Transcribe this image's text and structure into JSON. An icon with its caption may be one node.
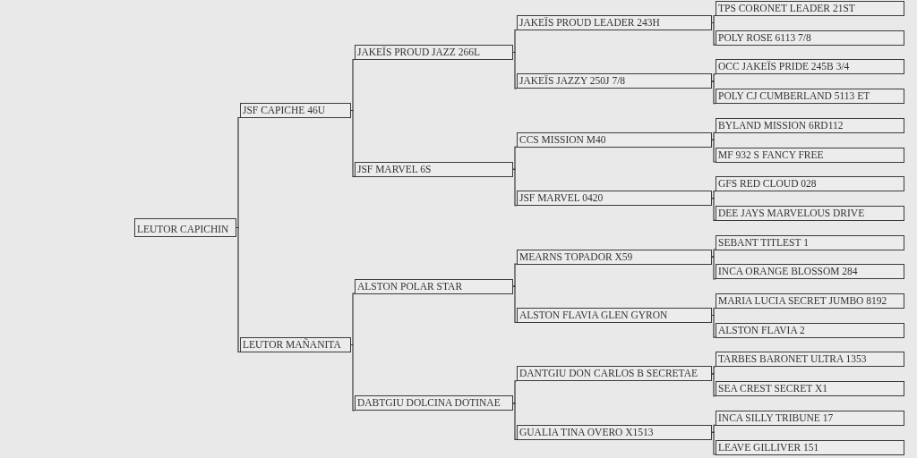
{
  "diagram": {
    "nodes": [
      {
        "text": [
          "LEUTOR CAPICHIN"
        ]
      },
      {
        "text": [
          "JSF CAPICHE 46U"
        ]
      },
      {
        "text": [
          "LEUTOR MAÑANITA"
        ]
      },
      {
        "text": [
          "JAKEÏS PROUD JAZZ 266L"
        ]
      },
      {
        "text": [
          "JSF MARVEL 6S"
        ]
      },
      {
        "text": [
          "ALSTON POLAR STAR"
        ]
      },
      {
        "text": [
          "DABTGIU DOLCINA DOTINAE"
        ]
      },
      {
        "text": [
          "JAKEÏS PROUD LEADER 243H"
        ]
      },
      {
        "text": [
          "JAKEÏS JAZZY 250J 7/8"
        ]
      },
      {
        "text": [
          "CCS MISSION M40"
        ]
      },
      {
        "text": [
          "JSF MARVEL 0420"
        ]
      },
      {
        "text": [
          "MEARNS TOPADOR X59"
        ]
      },
      {
        "text": [
          "ALSTON FLAVIA GLEN GYRON"
        ]
      },
      {
        "text": [
          "DANTGIU DON CARLOS B SECRETAE"
        ]
      },
      {
        "text": [
          "GUALIA TINA OVERO X1513"
        ]
      },
      {
        "text": [
          "TPS CORONET LEADER 21ST"
        ]
      },
      {
        "text": [
          "POLY ROSE 6113 7/8"
        ]
      },
      {
        "text": [
          "OCC JAKEÏS PRIDE 245B 3/4"
        ]
      },
      {
        "text": [
          "POLY CJ CUMBERLAND 5113 ET"
        ]
      },
      {
        "text": [
          "BYLAND MISSION 6RD112"
        ]
      },
      {
        "text": [
          "MF 932 S FANCY FREE"
        ]
      },
      {
        "text": [
          "GFS RED CLOUD 028"
        ]
      },
      {
        "text": [
          "DEE JAYS MARVELOUS DRIVE"
        ]
      },
      {
        "text": [
          "SEBANT TITLEST 1"
        ]
      },
      {
        "text": [
          "INCA ORANGE BLOSSOM 284"
        ]
      },
      {
        "text": [
          "MARIA LUCIA SECRET JUMBO 8192"
        ]
      },
      {
        "text": [
          "ALSTON FLAVIA 2"
        ]
      },
      {
        "text": [
          "TARBES BARONET ULTRA 1353"
        ]
      },
      {
        "text": [
          "SEA CREST SECRET X1"
        ]
      },
      {
        "text": [
          "INCA SILLY TRIBUNE 17"
        ]
      },
      {
        "text": [
          "LEAVE GILLIVER 151"
        ]
      }
    ],
    "edges": [
      {
        "from": 0,
        "to": 1,
        "arrow": "none"
      },
      {
        "from": 0,
        "to": 2,
        "arrow": "none"
      },
      {
        "from": 1,
        "to": 3,
        "arrow": "none"
      },
      {
        "from": 1,
        "to": 4,
        "arrow": "none"
      },
      {
        "from": 2,
        "to": 5,
        "arrow": "none"
      },
      {
        "from": 2,
        "to": 6,
        "arrow": "none"
      },
      {
        "from": 3,
        "to": 7,
        "arrow": "none"
      },
      {
        "from": 3,
        "to": 8,
        "arrow": "none"
      },
      {
        "from": 4,
        "to": 9,
        "arrow": "none"
      },
      {
        "from": 4,
        "to": 10,
        "arrow": "none"
      },
      {
        "from": 5,
        "to": 11,
        "arrow": "none"
      },
      {
        "from": 5,
        "to": 12,
        "arrow": "none"
      },
      {
        "from": 6,
        "to": 13,
        "arrow": "none"
      },
      {
        "from": 6,
        "to": 14,
        "arrow": "none"
      },
      {
        "from": 7,
        "to": 15,
        "arrow": "none"
      },
      {
        "from": 7,
        "to": 16,
        "arrow": "none"
      },
      {
        "from": 8,
        "to": 17,
        "arrow": "none"
      },
      {
        "from": 8,
        "to": 18,
        "arrow": "none"
      },
      {
        "from": 9,
        "to": 19,
        "arrow": "none"
      },
      {
        "from": 9,
        "to": 20,
        "arrow": "none"
      },
      {
        "from": 10,
        "to": 21,
        "arrow": "none"
      },
      {
        "from": 10,
        "to": 22,
        "arrow": "none"
      },
      {
        "from": 11,
        "to": 23,
        "arrow": "none"
      },
      {
        "from": 11,
        "to": 24,
        "arrow": "none"
      },
      {
        "from": 12,
        "to": 25,
        "arrow": "none"
      },
      {
        "from": 12,
        "to": 26,
        "arrow": "none"
      },
      {
        "from": 13,
        "to": 27,
        "arrow": "none"
      },
      {
        "from": 13,
        "to": 28,
        "arrow": "none"
      },
      {
        "from": 14,
        "to": 29,
        "arrow": "none"
      },
      {
        "from": 14,
        "to": 30,
        "arrow": "none"
      }
    ]
  }
}
